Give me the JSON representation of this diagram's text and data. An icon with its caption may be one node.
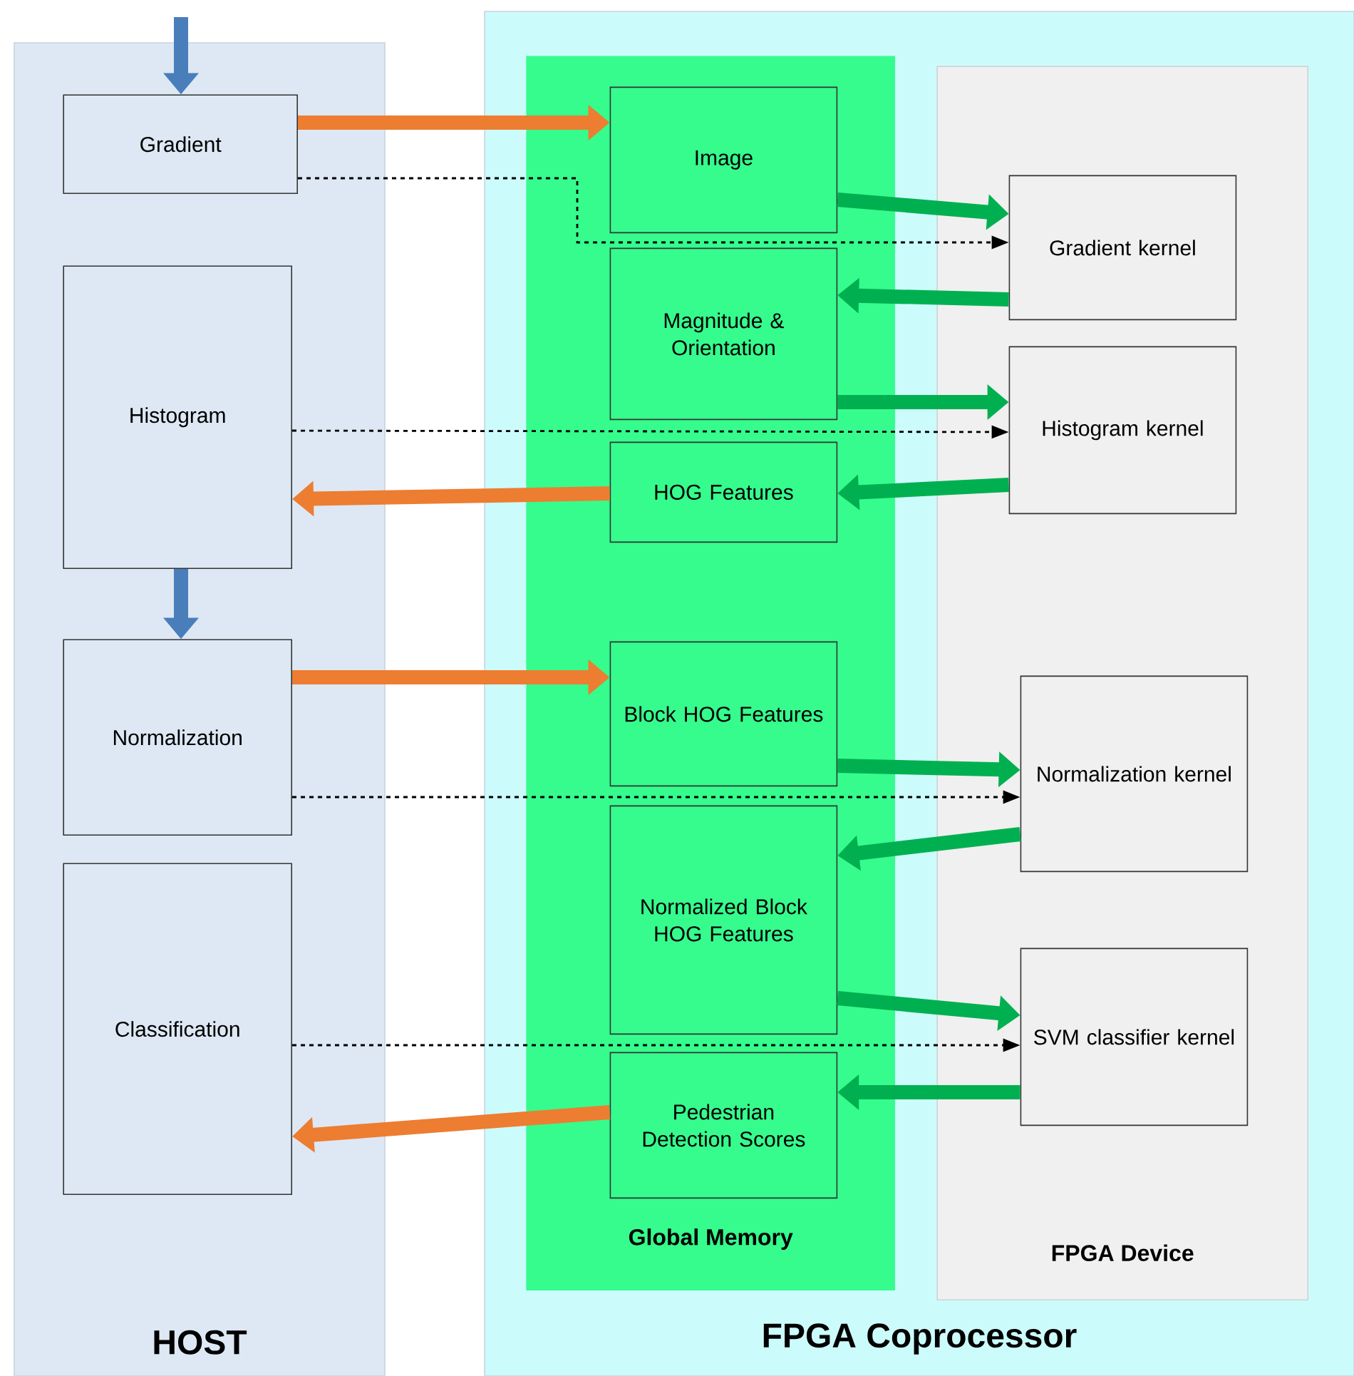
{
  "diagram": {
    "nodes": [
      {
        "text": [
          "HOST"
        ]
      },
      {
        "text": [
          "Gradient"
        ],
        "in": 0
      },
      {
        "text": [
          "Histogram"
        ],
        "in": 0
      },
      {
        "text": [
          "Normalization"
        ],
        "in": 0
      },
      {
        "text": [
          "Classification"
        ],
        "in": 0
      },
      {
        "text": [
          "FPGA Coprocessor"
        ]
      },
      {
        "text": [
          "Global Memory"
        ],
        "in": 5
      },
      {
        "text": [
          "Image"
        ],
        "in": 6
      },
      {
        "text": [
          "Magnitude & Orientation"
        ],
        "in": 6
      },
      {
        "text": [
          "HOG Features"
        ],
        "in": 6
      },
      {
        "text": [
          "Block HOG Features"
        ],
        "in": 6
      },
      {
        "text": [
          "Normalized Block HOG Features"
        ],
        "in": 6
      },
      {
        "text": [
          "Pedestrian Detection Scores"
        ],
        "in": 6
      },
      {
        "text": [
          "FPGA Device"
        ],
        "in": 5
      },
      {
        "text": [
          "Gradient kernel"
        ],
        "in": 13
      },
      {
        "text": [
          "Histogram kernel"
        ],
        "in": 13
      },
      {
        "text": [
          "Normalization kernel"
        ],
        "in": 13
      },
      {
        "text": [
          "SVM classifier kernel"
        ],
        "in": 13
      }
    ],
    "edges": [
      {
        "from": null,
        "to": 1,
        "arrow": "to",
        "color": "#4a7ebb"
      },
      {
        "from": 2,
        "to": 3,
        "arrow": "to",
        "color": "#4a7ebb"
      },
      {
        "from": 1,
        "to": 7,
        "arrow": "to",
        "color": "#ed7d31"
      },
      {
        "from": 1,
        "to": 14,
        "arrow": "to",
        "style": "dashed",
        "color": "#000000"
      },
      {
        "from": 7,
        "to": 14,
        "arrow": "to"
      },
      {
        "from": 14,
        "to": 8,
        "arrow": "to"
      },
      {
        "from": 2,
        "to": 15,
        "arrow": "to",
        "style": "dashed",
        "color": "#000000"
      },
      {
        "from": 8,
        "to": 15,
        "arrow": "to"
      },
      {
        "from": 15,
        "to": 9,
        "arrow": "to"
      },
      {
        "from": 9,
        "to": 2,
        "arrow": "to",
        "color": "#ed7d31"
      },
      {
        "from": 3,
        "to": 10,
        "arrow": "to",
        "color": "#ed7d31"
      },
      {
        "from": 3,
        "to": 16,
        "arrow": "to",
        "style": "dashed",
        "color": "#000000"
      },
      {
        "from": 10,
        "to": 16,
        "arrow": "to"
      },
      {
        "from": 16,
        "to": 11,
        "arrow": "to"
      },
      {
        "from": 4,
        "to": 17,
        "arrow": "to",
        "style": "dashed",
        "color": "#000000"
      },
      {
        "from": 11,
        "to": 17,
        "arrow": "to"
      },
      {
        "from": 17,
        "to": 12,
        "arrow": "to"
      },
      {
        "from": 12,
        "to": 4,
        "arrow": "to",
        "color": "#ed7d31"
      }
    ]
  }
}
